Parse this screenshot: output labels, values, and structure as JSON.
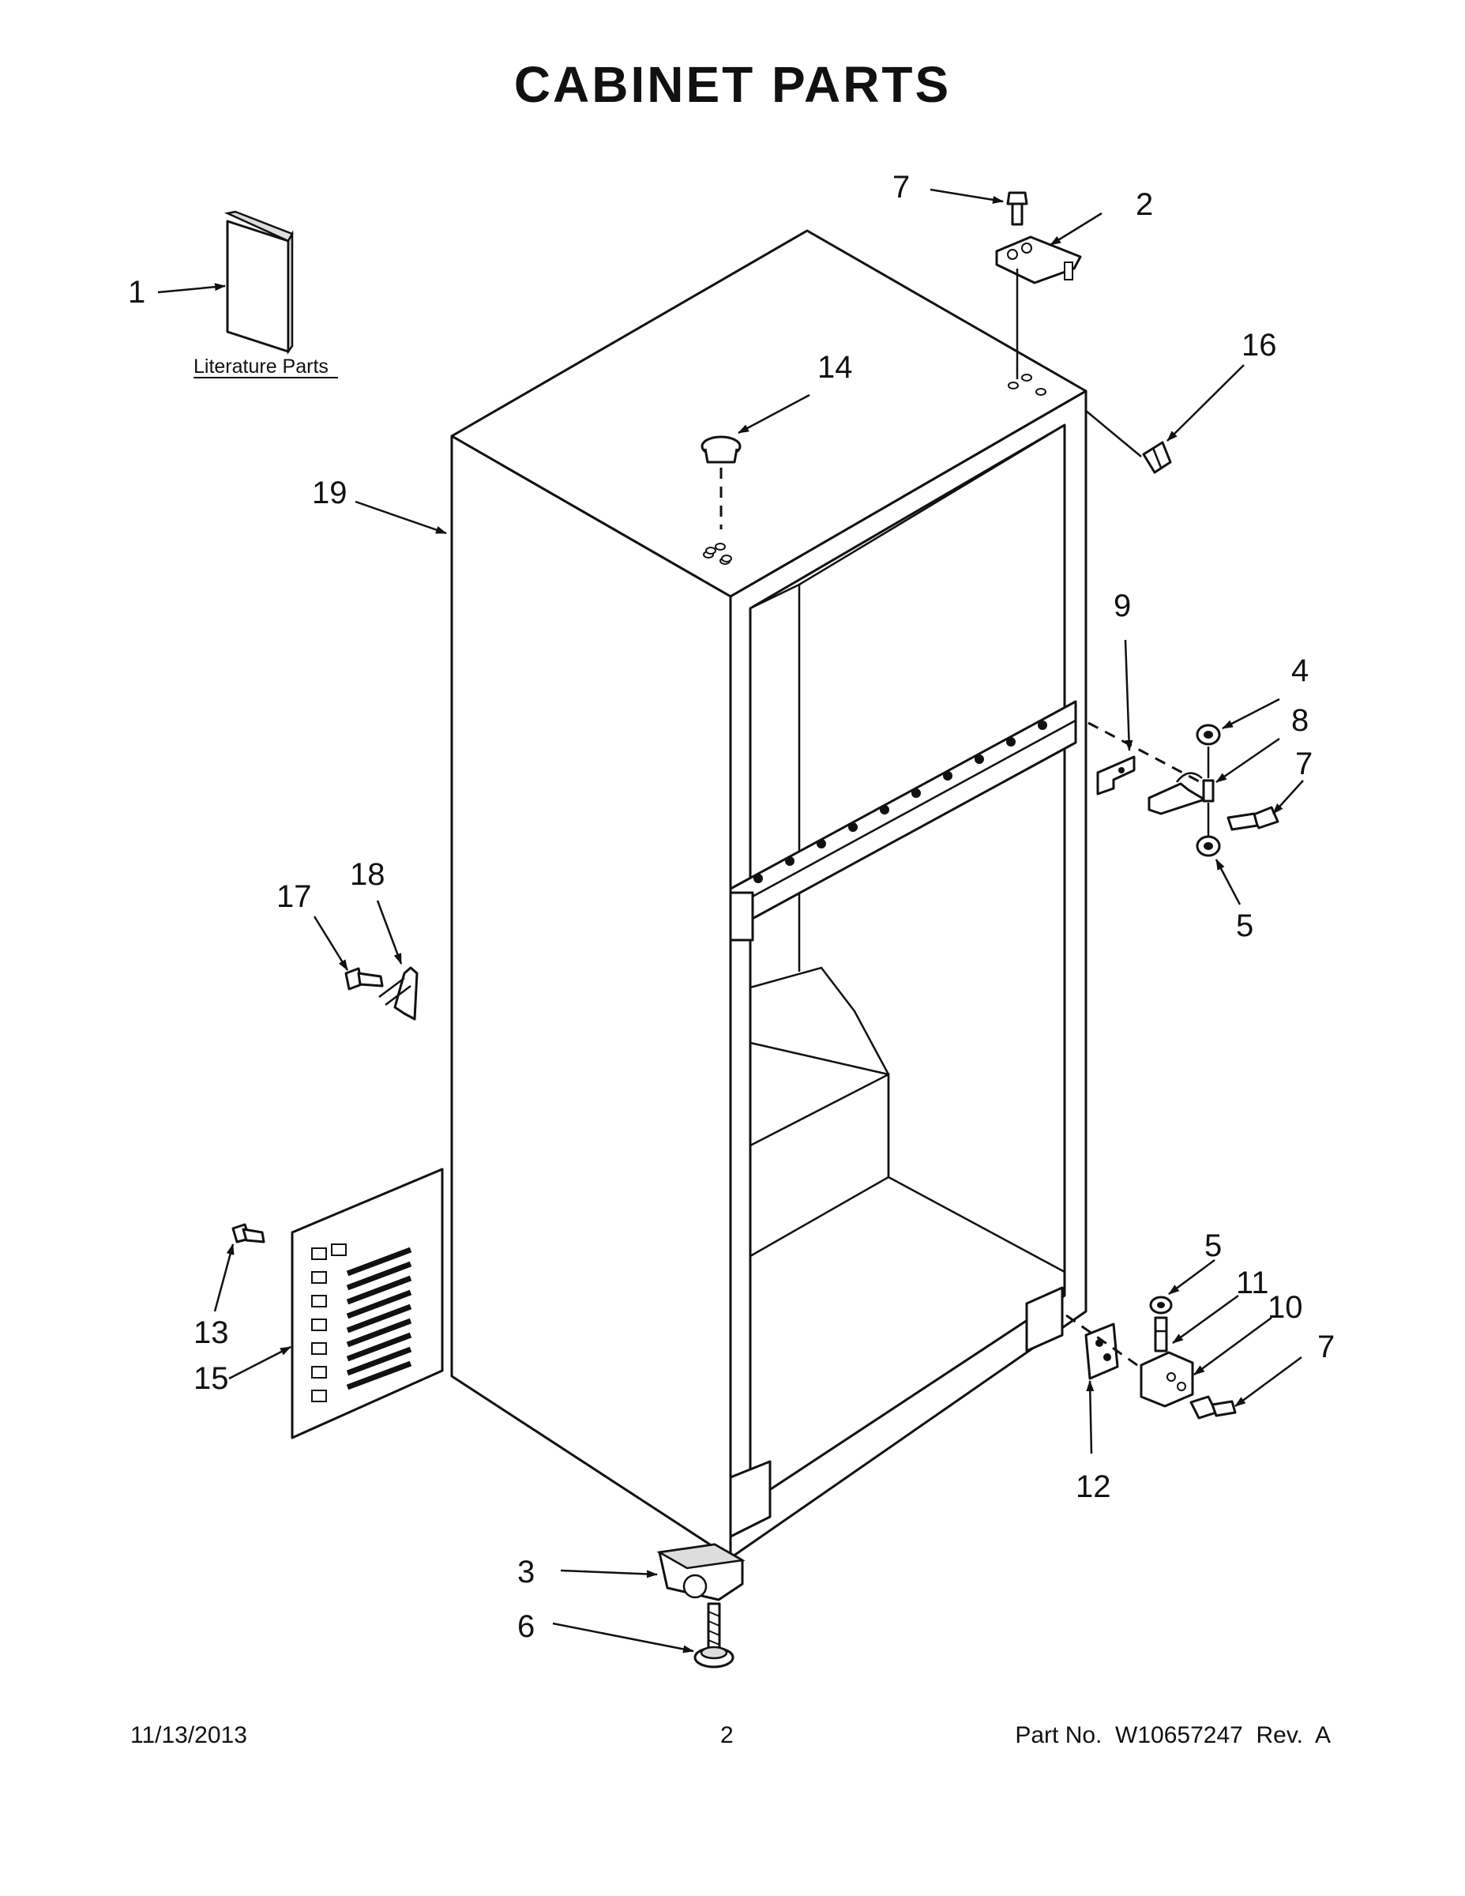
{
  "title": "CABINET PARTS",
  "literature_label": "Literature Parts",
  "callouts": {
    "c1": "1",
    "c2": "2",
    "c3": "3",
    "c4": "4",
    "c5a": "5",
    "c5b": "5",
    "c6": "6",
    "c7a": "7",
    "c7b": "7",
    "c7c": "7",
    "c8": "8",
    "c9": "9",
    "c10": "10",
    "c11": "11",
    "c12": "12",
    "c13": "13",
    "c14": "14",
    "c15": "15",
    "c16": "16",
    "c17": "17",
    "c18": "18",
    "c19": "19"
  },
  "footer": {
    "date": "11/13/2013",
    "page": "2",
    "part_no": "Part No.  W10657247  Rev.  A"
  }
}
